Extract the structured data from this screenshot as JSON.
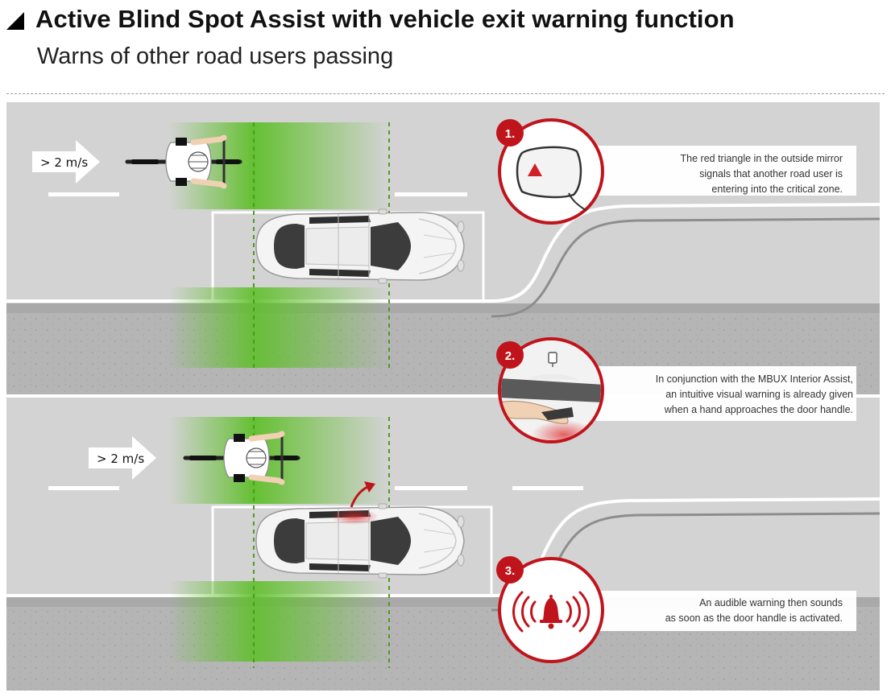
{
  "header": {
    "title": "Active Blind Spot Assist with vehicle exit warning function",
    "subtitle": "Warns of other road users passing"
  },
  "scenes": [
    {
      "speed_label": "> 2 m/s"
    },
    {
      "speed_label": "> 2 m/s"
    }
  ],
  "callouts": [
    {
      "number": "1.",
      "lines": [
        "The red triangle in the outside mirror",
        "signals that another road user is",
        "entering into the critical zone."
      ]
    },
    {
      "number": "2.",
      "lines": [
        "In conjunction with the MBUX Interior Assist,",
        "an intuitive visual warning is already given",
        "when a hand approaches the door handle."
      ]
    },
    {
      "number": "3.",
      "lines": [
        "An audible warning then sounds",
        "as soon as the door handle is activated."
      ]
    }
  ],
  "colors": {
    "accent_red": "#c0141c",
    "zone_green": "#5fbf2a",
    "road_gray": "#d2d2d2",
    "sidewalk_gray": "#b4b4b4"
  }
}
